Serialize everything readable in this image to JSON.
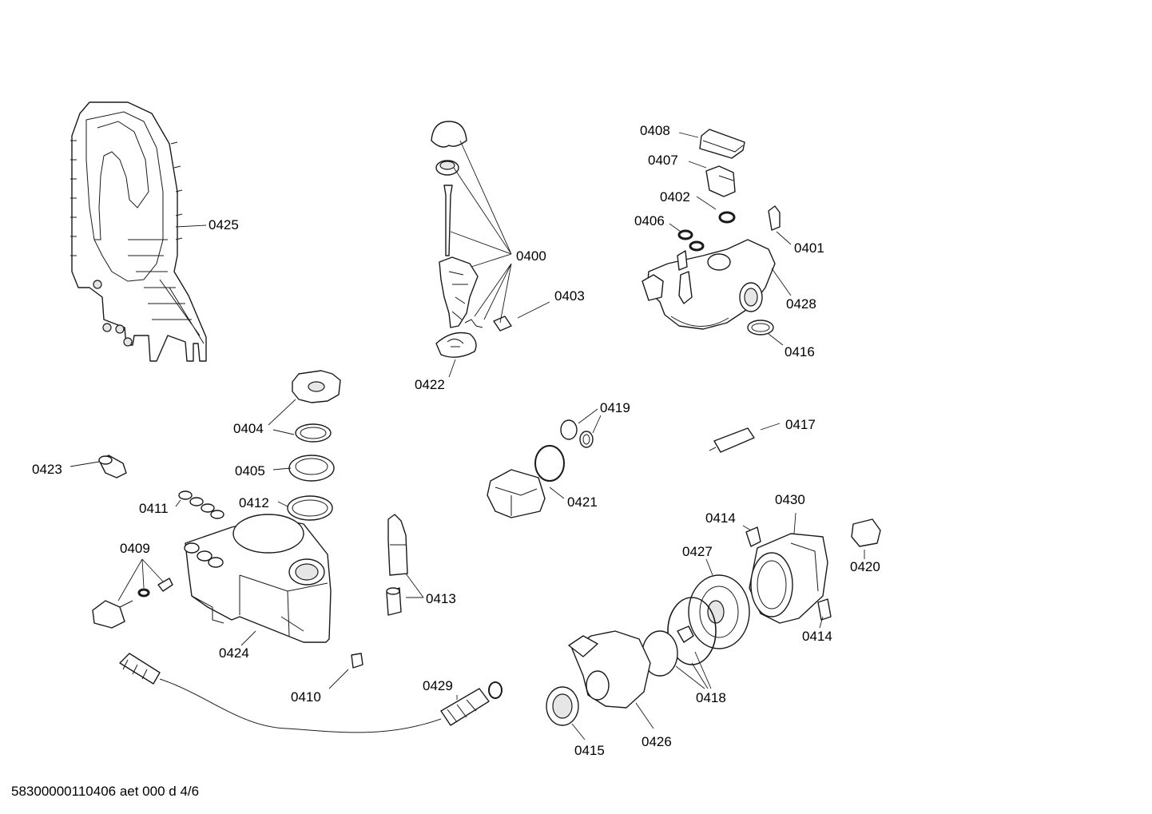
{
  "diagram": {
    "footer_code": "58300000110406 aet 000 d 4/6",
    "labels": {
      "p0400": "0400",
      "p0401": "0401",
      "p0402": "0402",
      "p0403": "0403",
      "p0404": "0404",
      "p0405": "0405",
      "p0406": "0406",
      "p0407": "0407",
      "p0408": "0408",
      "p0409": "0409",
      "p0410": "0410",
      "p0411": "0411",
      "p0412": "0412",
      "p0413": "0413",
      "p0414a": "0414",
      "p0414b": "0414",
      "p0415": "0415",
      "p0416": "0416",
      "p0417": "0417",
      "p0418": "0418",
      "p0419": "0419",
      "p0420": "0420",
      "p0421": "0421",
      "p0422": "0422",
      "p0423": "0423",
      "p0424": "0424",
      "p0425": "0425",
      "p0426": "0426",
      "p0427": "0427",
      "p0428": "0428",
      "p0429": "0429",
      "p0430": "0430"
    }
  }
}
